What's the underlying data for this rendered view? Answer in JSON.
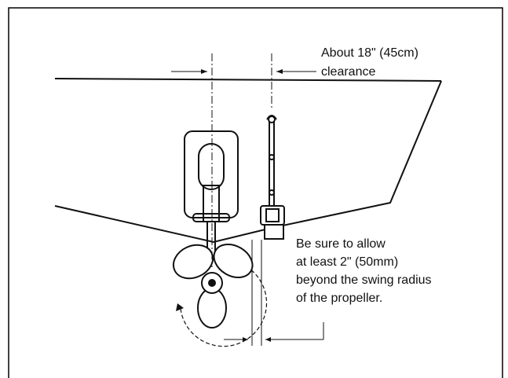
{
  "top_note": {
    "line1": "About 18\" (45cm)",
    "line2": "clearance"
  },
  "side_note": {
    "lines": [
      "Be sure to allow",
      "at least 2\" (50mm)",
      "beyond the swing radius",
      "of the propeller."
    ]
  },
  "colors": {
    "ink": "#111111",
    "frame": "#000000",
    "background": "#ffffff"
  }
}
